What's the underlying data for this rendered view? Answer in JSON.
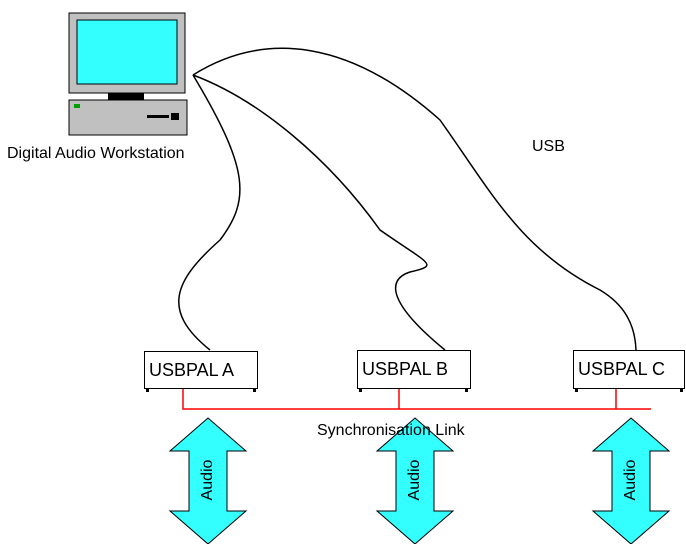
{
  "workstation": {
    "label": "Digital Audio Workstation"
  },
  "bus": {
    "usb_label": "USB",
    "sync_label": "Synchronisation Link"
  },
  "devices": [
    {
      "label": "USBPAL A",
      "audio": "Audio"
    },
    {
      "label": "USBPAL B",
      "audio": "Audio"
    },
    {
      "label": "USBPAL C",
      "audio": "Audio"
    }
  ],
  "colors": {
    "sync_line": "#ff0000",
    "audio_arrow": "#33ffff",
    "screen": "#33ffff"
  }
}
